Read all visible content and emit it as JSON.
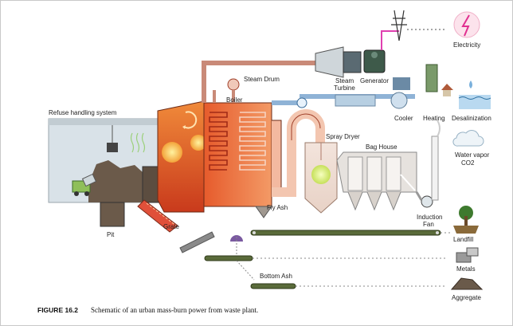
{
  "labels": {
    "refuse_handling": "Refuse handling system",
    "pit": "Pit",
    "grate": "Grate",
    "steam_drum": "Steam Drum",
    "boiler": "Boiler",
    "steam_turbine_1": "Steam",
    "steam_turbine_2": "Turbine",
    "generator": "Generator",
    "electricity": "Electricity",
    "cooler": "Cooler",
    "heating": "Heating",
    "desalinization": "Desalinization",
    "spray_dryer": "Spray Dryer",
    "bag_house": "Bag House",
    "water_vapor": "Water vapor",
    "co2": "CO2",
    "fly_ash": "Fly Ash",
    "induction_fan_1": "Induction",
    "induction_fan_2": "Fan",
    "landfill": "Landfill",
    "metals": "Metals",
    "bottom_ash": "Bottom Ash",
    "aggregate": "Aggregate"
  },
  "caption": {
    "figure": "FIGURE 16.2",
    "text": "Schematic of an urban mass-burn power from waste plant."
  },
  "colors": {
    "steam_pipe": "#c98a78",
    "water_pipe": "#8fb3d6",
    "boiler": "#e0502a",
    "power_line": "#e040b0",
    "building_gray": "#d4dde3"
  }
}
